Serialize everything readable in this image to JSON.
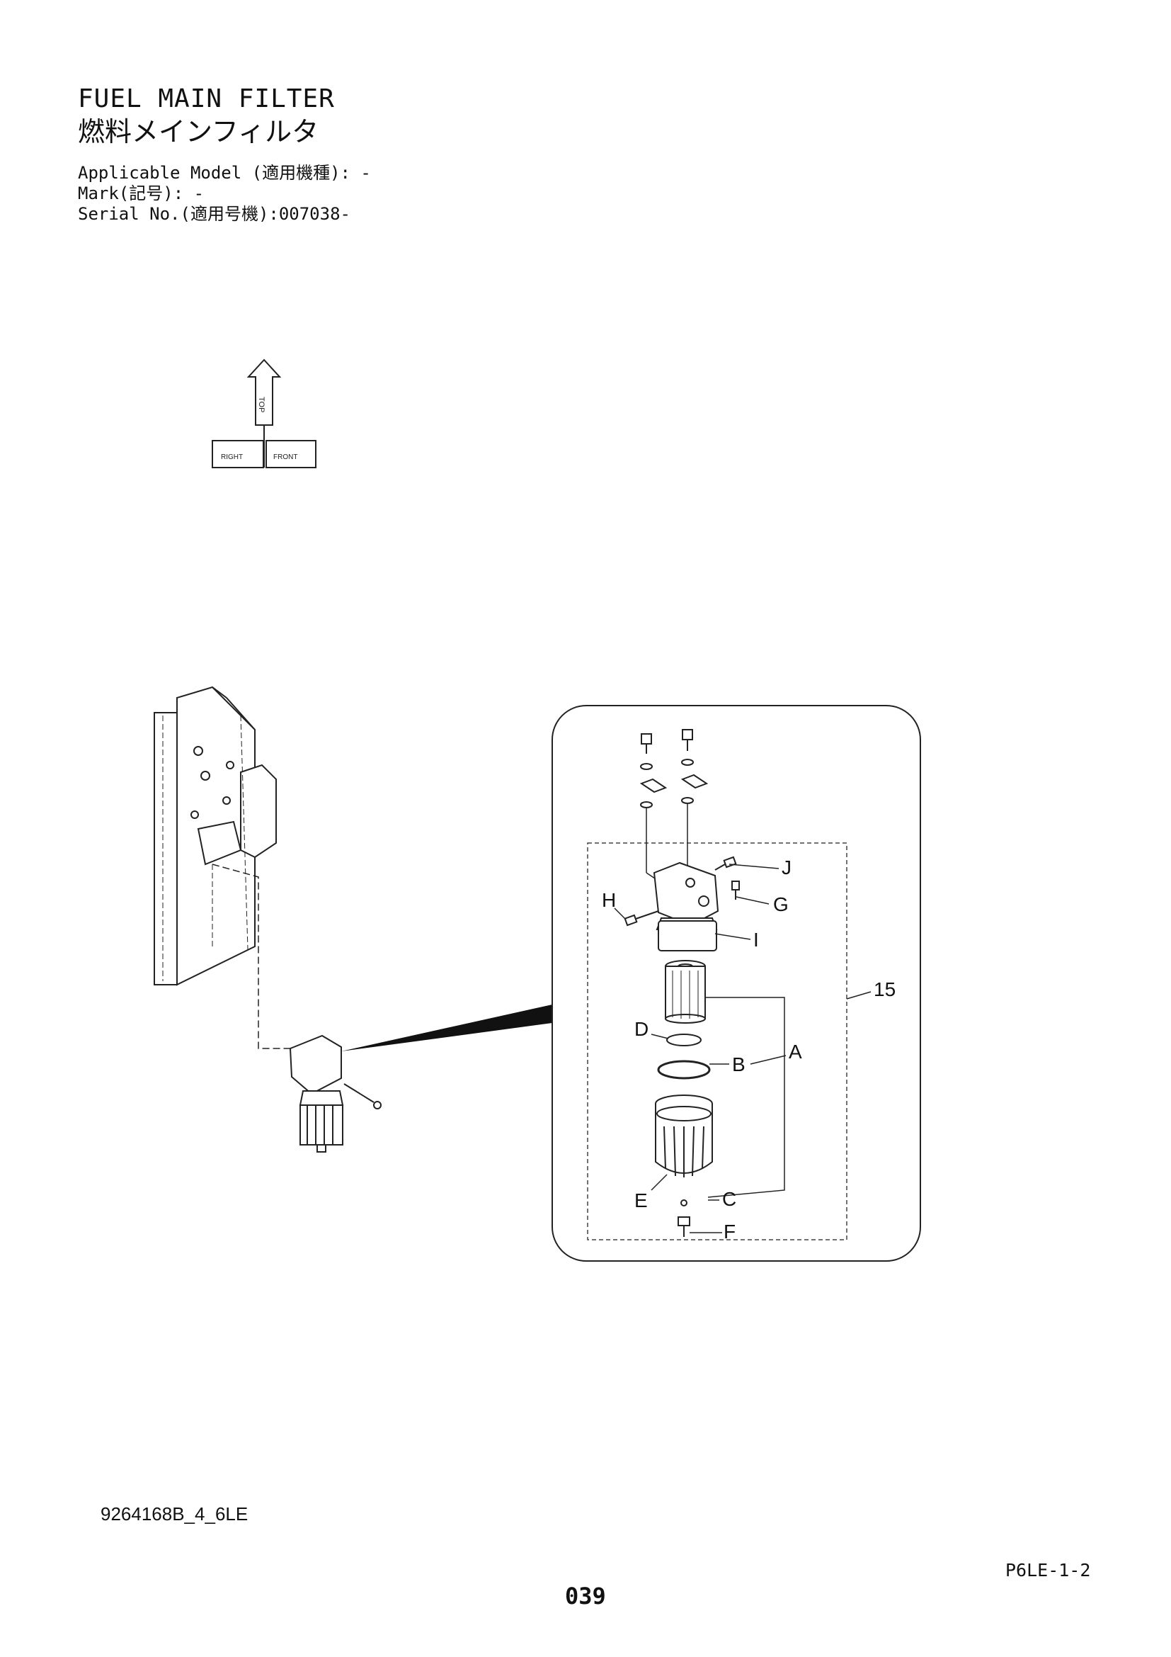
{
  "header": {
    "title_en": "FUEL MAIN FILTER",
    "title_jp": "燃料メインフィルタ",
    "applicable_model": "Applicable Model (適用機種): -",
    "mark": "Mark(記号): -",
    "serial_no": "Serial No.(適用号機):007038-"
  },
  "orientation": {
    "top": "TOP",
    "front": "FRONT",
    "right": "RIGHT"
  },
  "callouts": {
    "A": "A",
    "B": "B",
    "C": "C",
    "D": "D",
    "E": "E",
    "F": "F",
    "G": "G",
    "H": "H",
    "I": "I",
    "J": "J",
    "assembly": "15"
  },
  "footer": {
    "doc_code": "9264168B_4_6LE",
    "page_ref": "P6LE-1-2",
    "page_number": "039"
  }
}
